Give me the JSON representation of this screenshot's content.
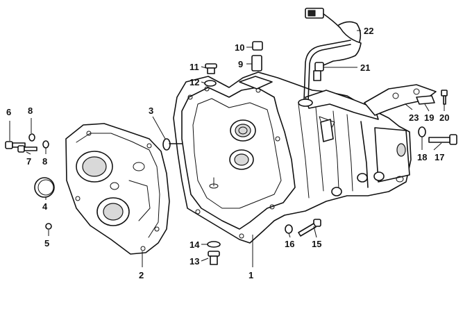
{
  "diagram": {
    "callouts": [
      {
        "id": "c1",
        "label": "1"
      },
      {
        "id": "c2",
        "label": "2"
      },
      {
        "id": "c3",
        "label": "3"
      },
      {
        "id": "c4",
        "label": "4"
      },
      {
        "id": "c5",
        "label": "5"
      },
      {
        "id": "c6",
        "label": "6"
      },
      {
        "id": "c7",
        "label": "7"
      },
      {
        "id": "c8a",
        "label": "8"
      },
      {
        "id": "c8b",
        "label": "8"
      },
      {
        "id": "c9",
        "label": "9"
      },
      {
        "id": "c10",
        "label": "10"
      },
      {
        "id": "c11",
        "label": "11"
      },
      {
        "id": "c12",
        "label": "12"
      },
      {
        "id": "c13",
        "label": "13"
      },
      {
        "id": "c14",
        "label": "14"
      },
      {
        "id": "c15",
        "label": "15"
      },
      {
        "id": "c16",
        "label": "16"
      },
      {
        "id": "c17",
        "label": "17"
      },
      {
        "id": "c18",
        "label": "18"
      },
      {
        "id": "c19",
        "label": "19"
      },
      {
        "id": "c20",
        "label": "20"
      },
      {
        "id": "c21",
        "label": "21"
      },
      {
        "id": "c22",
        "label": "22"
      },
      {
        "id": "c23",
        "label": "23"
      }
    ]
  }
}
